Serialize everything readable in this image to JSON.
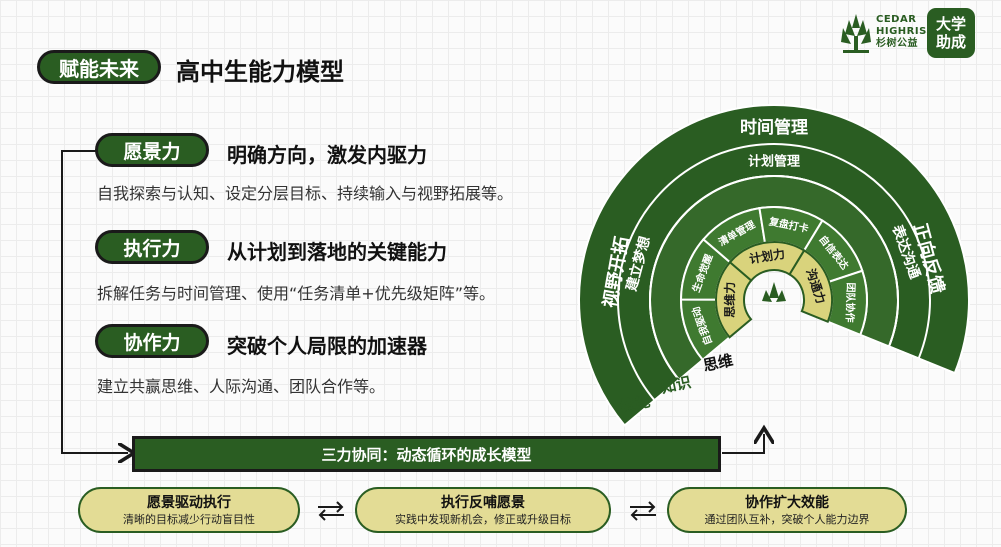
{
  "header": {
    "section_tag": "赋能未来",
    "title": "高中生能力模型"
  },
  "brand": {
    "logo_line1": "CEDAR",
    "logo_line2": "HIGHRISE",
    "logo_line3": "杉树公益",
    "badge_line1": "大学",
    "badge_line2": "助成"
  },
  "abilities": [
    {
      "tag": "愿景力",
      "subtitle": "明确方向，激发内驱力",
      "desc": "自我探索与认知、设定分层目标、持续输入与视野拓展等。"
    },
    {
      "tag": "执行力",
      "subtitle": "从计划到落地的关键能力",
      "desc": "拆解任务与时间管理、使用“任务清单+优先级矩阵”等。"
    },
    {
      "tag": "协作力",
      "subtitle": "突破个人局限的加速器",
      "desc": "建立共赢思维、人际沟通、团队合作等。"
    }
  ],
  "synergy": "三力协同：动态循环的成长模型",
  "cycle": [
    {
      "title": "愿景驱动执行",
      "sub": "清晰的目标减少行动盲目性"
    },
    {
      "title": "执行反哺愿景",
      "sub": "实践中发现新机会，修正或升级目标"
    },
    {
      "title": "协作扩大效能",
      "sub": "通过团队互补，突破个人能力边界"
    }
  ],
  "arc": {
    "ring1": {
      "label": "时间管理",
      "left": "视野开拓",
      "right": "正向反馈"
    },
    "ring2": {
      "label": "计划管理",
      "left": "建立梦想",
      "right": "表达沟通"
    },
    "ring3": {
      "segments": [
        "自我驱动",
        "生命觉醒",
        "清单管理",
        "复盘打卡",
        "自信表达",
        "团队协作"
      ]
    },
    "ring4": {
      "segments": [
        "思维力",
        "计划力",
        "沟通力"
      ]
    },
    "legend": [
      "技能",
      "知识",
      "思维"
    ],
    "colors": {
      "ring1": "#2a5d22",
      "ring2": "#35692a",
      "ring3": "#3f7a30",
      "ring4": "#d9d37c",
      "outline": "#ffffff"
    }
  }
}
